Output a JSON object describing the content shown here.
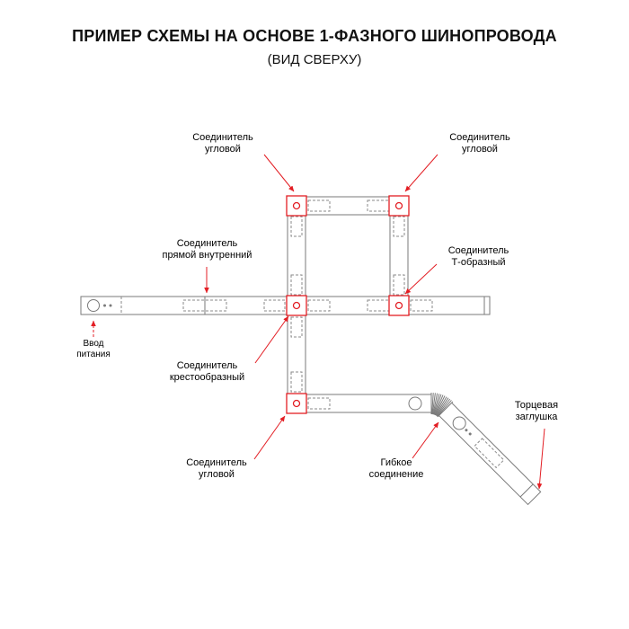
{
  "header": {
    "title": "ПРИМЕР СХЕМЫ НА ОСНОВЕ 1-ФАЗНОГО ШИНОПРОВОДА",
    "subtitle": "(ВИД СВЕРХУ)"
  },
  "colors": {
    "accent_red": "#e31e24",
    "track_gray": "#7a7a7a",
    "text": "#000000",
    "background": "#ffffff"
  },
  "labels": {
    "corner_top_left": "Соединитель\nугловой",
    "corner_top_right": "Соединитель\nугловой",
    "straight_internal": "Соединитель\nпрямой внутренний",
    "t_shaped": "Соединитель\nТ-образный",
    "power_input": "Ввод\nпитания",
    "cross_shaped": "Соединитель\nкрестообразный",
    "corner_bottom": "Соединитель\nугловой",
    "flexible": "Гибкое\nсоединение",
    "end_cap": "Торцевая\nзаглушка"
  }
}
